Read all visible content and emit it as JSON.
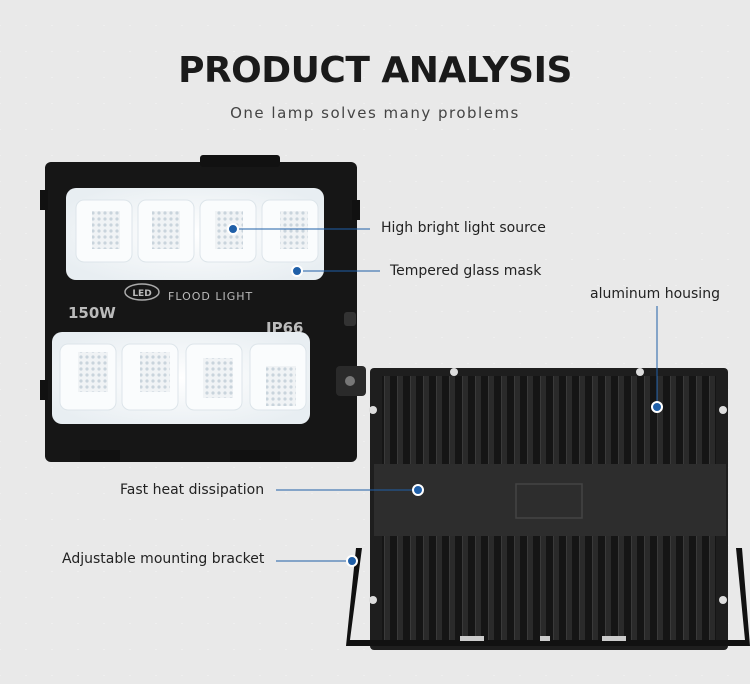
{
  "header": {
    "title": "PRODUCT ANALYSIS",
    "subtitle": "One lamp solves many problems"
  },
  "front_lamp": {
    "logo_badge": "LED",
    "brand_text": "FLOOD LIGHT",
    "power_text": "150W",
    "rating_text": "IP66"
  },
  "callouts": {
    "light_source": "High bright light source",
    "glass_mask": "Tempered glass mask",
    "housing": "aluminum housing",
    "heat": "Fast heat dissipation",
    "bracket": "Adjustable mounting bracket"
  },
  "colors": {
    "marker": "#1f5fa8",
    "housing": "#1c1c1c",
    "led_panel": "#f4f7f9"
  }
}
